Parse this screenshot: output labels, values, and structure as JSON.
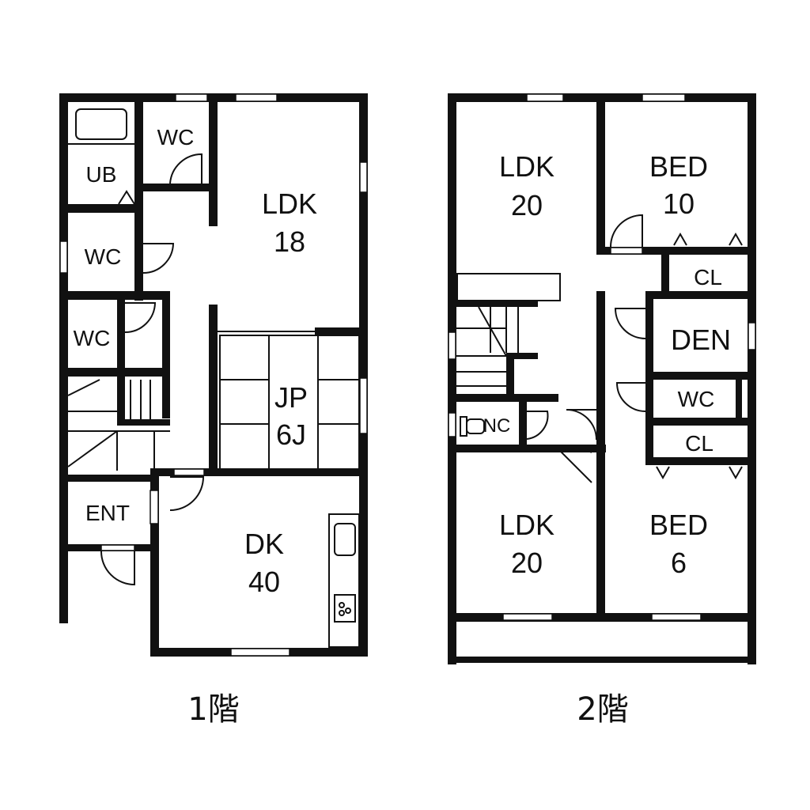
{
  "floor1": {
    "title": "1階",
    "rooms": {
      "ub": "UB",
      "wc_top": "WC",
      "wc_mid": "WC",
      "wc_low": "WC",
      "ldk_name": "LDK",
      "ldk_size": "18",
      "jp_name": "JP",
      "jp_size": "6J",
      "ent": "ENT",
      "dk_name": "DK",
      "dk_size": "40"
    }
  },
  "floor2": {
    "title": "2階",
    "rooms": {
      "ldk_top_name": "LDK",
      "ldk_top_size": "20",
      "bed_top_name": "BED",
      "bed_top_size": "10",
      "cl_top": "CL",
      "den": "DEN",
      "wc": "WC",
      "cl_low": "CL",
      "nc": "NC",
      "ldk_low_name": "LDK",
      "ldk_low_size": "20",
      "bed_low_name": "BED",
      "bed_low_size": "6"
    }
  }
}
